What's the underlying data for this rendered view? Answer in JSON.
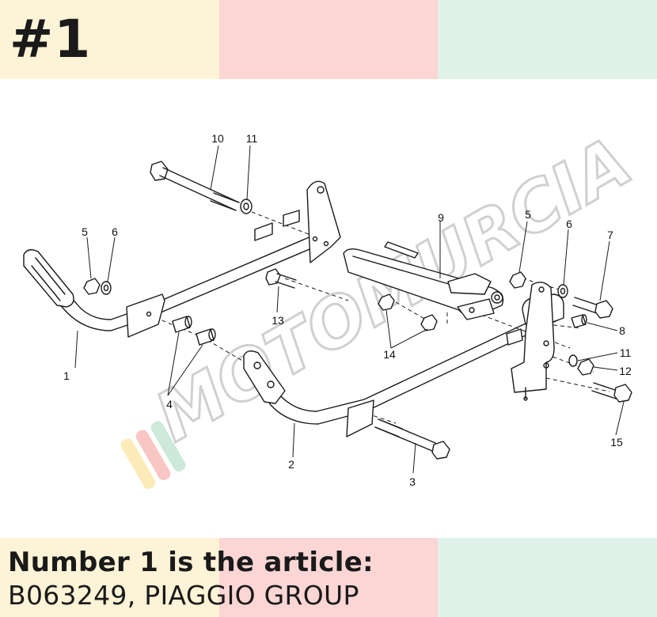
{
  "header": {
    "badge": "#1"
  },
  "palette": {
    "yellow": "#fdf3d6",
    "pink": "#fbd6d4",
    "mint": "#e1f2ea",
    "ink": "#1a1a1a"
  },
  "caption": {
    "line1": "Number 1 is the article:",
    "line2": "B063249, PIAGGIO GROUP"
  },
  "diagram": {
    "callouts": [
      "1",
      "2",
      "3",
      "4",
      "5",
      "6",
      "7",
      "8",
      "9",
      "10",
      "11",
      "12",
      "13",
      "14",
      "15",
      "5",
      "6",
      "11"
    ]
  },
  "watermark": {
    "brand": "MOTOMURCIA"
  }
}
